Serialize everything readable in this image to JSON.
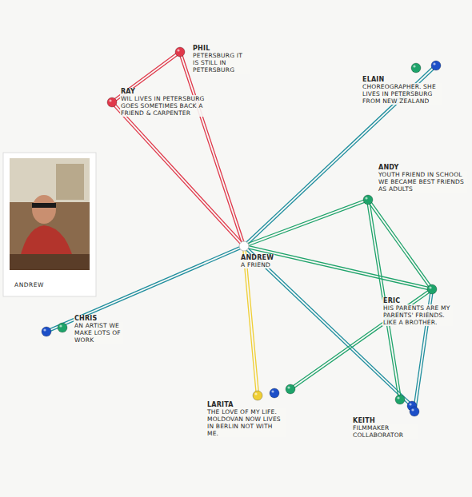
{
  "diagram": {
    "nodes": [
      {
        "text": [
          "PHIL",
          "PETERSBURG IT IS STILL IN PETERSBURG"
        ]
      },
      {
        "text": [
          "RAY",
          "WIL LIVES IN PETERSBURG GOES SOMETIMES BACK A FRIEND & CARPENTER"
        ]
      },
      {
        "text": [
          "ELAIN",
          "CHOREOGRAPHER. SHE LIVES IN PETERSBURG FROM NEW ZEALAND"
        ]
      },
      {
        "text": [
          "ANDY",
          "YOUTH FRIEND IN SCHOOL WE BECAME BEST FRIENDS AS ADULTS"
        ]
      },
      {
        "text": [
          "ANDREW",
          "A FRIEND"
        ]
      },
      {
        "text": [
          "ERIC",
          "HIS PARENTS ARE MY PARENTS' FRIENDS. LIKE A BROTHER."
        ]
      },
      {
        "text": [
          "CHRIS",
          "AN ARTIST WE MAKE LOTS OF WORK"
        ]
      },
      {
        "text": [
          "LARITA",
          "THE LOVE OF MY LIFE. MOLDOVAN NOW LIVES IN BERLIN NOT WITH ME."
        ]
      },
      {
        "text": [
          "KEITH",
          "FILMMAKER COLLABORATOR"
        ]
      }
    ],
    "edges": [
      {
        "from": 4,
        "to": 0,
        "arrow": "none"
      },
      {
        "from": 4,
        "to": 1,
        "arrow": "none"
      },
      {
        "from": 0,
        "to": 1,
        "arrow": "none"
      },
      {
        "from": 4,
        "to": 2,
        "arrow": "none"
      },
      {
        "from": 4,
        "to": 3,
        "arrow": "none"
      },
      {
        "from": 4,
        "to": 5,
        "arrow": "none"
      },
      {
        "from": 4,
        "to": 6,
        "arrow": "none"
      },
      {
        "from": 4,
        "to": 7,
        "arrow": "none"
      },
      {
        "from": 4,
        "to": 8,
        "arrow": "none"
      },
      {
        "from": 3,
        "to": 5,
        "arrow": "none"
      },
      {
        "from": 5,
        "to": 7,
        "arrow": "none"
      },
      {
        "from": 3,
        "to": 8,
        "arrow": "none"
      },
      {
        "from": 5,
        "to": 8,
        "arrow": "none"
      }
    ],
    "labels": [
      "ANDREW"
    ]
  }
}
